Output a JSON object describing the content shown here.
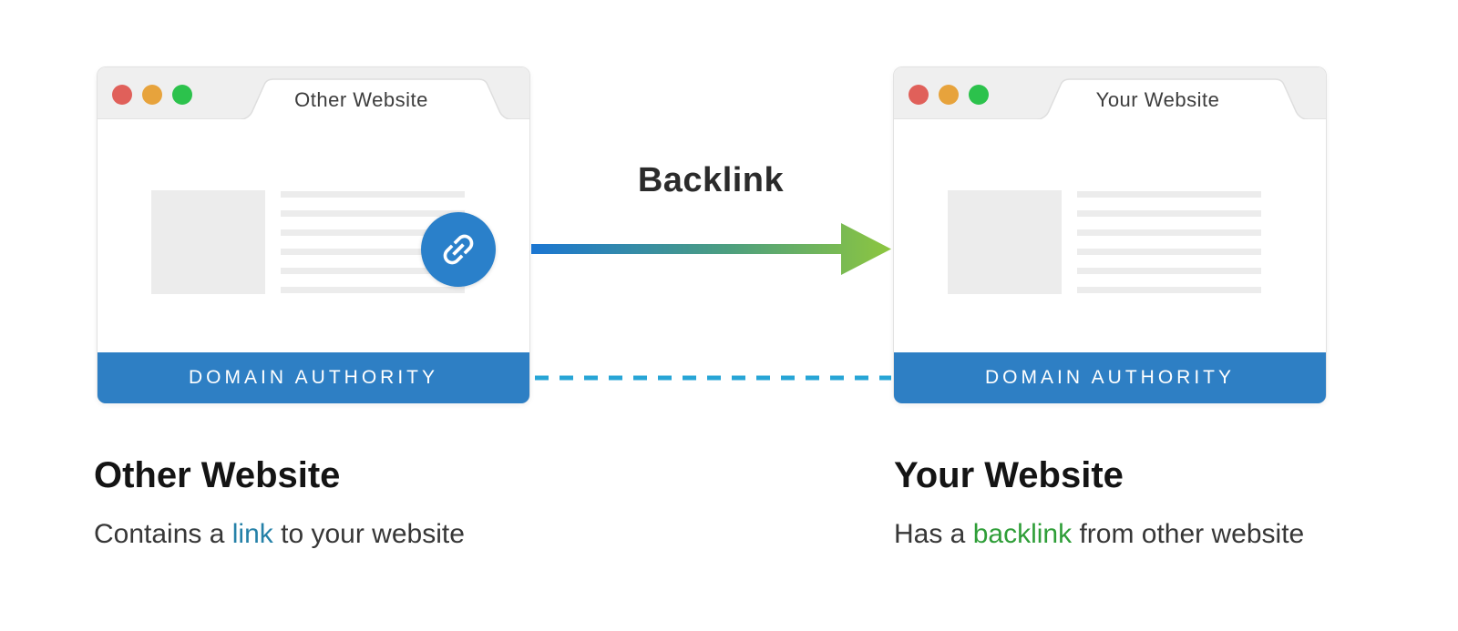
{
  "diagram": {
    "connector": {
      "label": "Backlink"
    },
    "left_window": {
      "tab_title": "Other Website",
      "footer_label": "DOMAIN AUTHORITY"
    },
    "right_window": {
      "tab_title": "Your Website",
      "footer_label": "DOMAIN AUTHORITY"
    },
    "captions": {
      "left": {
        "title": "Other Website",
        "text_before": "Contains a ",
        "highlight": "link",
        "text_after": " to your website"
      },
      "right": {
        "title": "Your Website",
        "text_before": "Has a ",
        "highlight": "backlink",
        "text_after": " from other website"
      }
    },
    "icons": {
      "window_controls": [
        "close-dot",
        "minimize-dot",
        "maximize-dot"
      ],
      "link_badge": "chain-link-icon"
    },
    "colors": {
      "domain_authority_bar": "#2e7fc4",
      "link_badge_circle": "#2a80ca",
      "arrow_gradient_start": "#1b76d2",
      "arrow_gradient_end": "#8dc63f",
      "dashed_connector": "#27a5d6",
      "link_word": "#2581a8",
      "backlink_word": "#2f9e38",
      "dot_red": "#e0605a",
      "dot_orange": "#e7a33c",
      "dot_green": "#2cc24c",
      "window_header": "#efefef",
      "placeholder_gray": "#ececec"
    }
  }
}
